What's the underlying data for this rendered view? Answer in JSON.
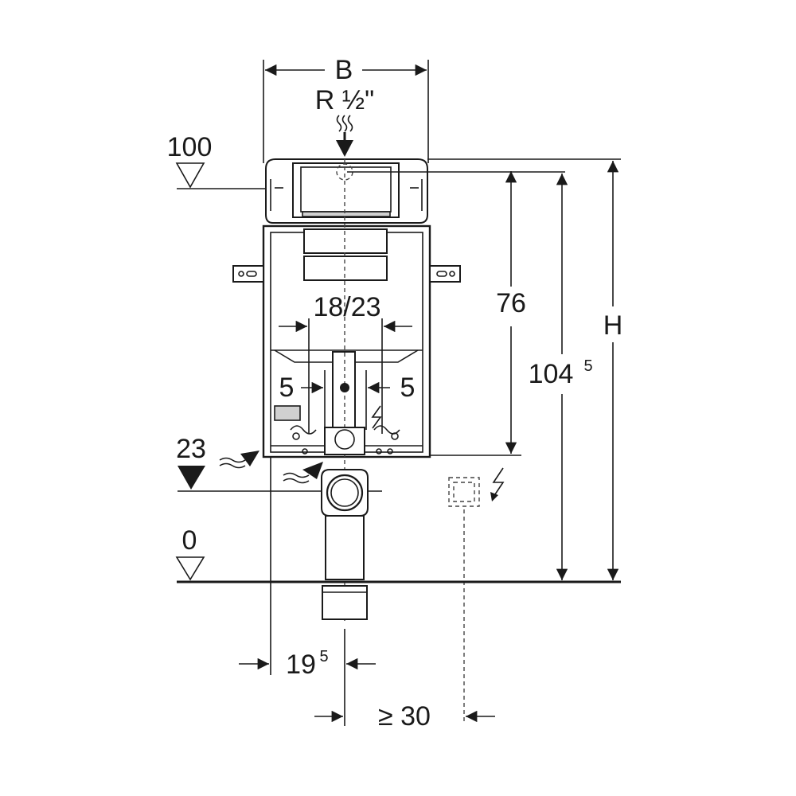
{
  "labels": {
    "width": "B",
    "connection": "R ½\"",
    "level_top": "100",
    "level_mid": "23",
    "level_floor": "0",
    "dim_inner_spacing": "18/23",
    "dim_left_offset": "5",
    "dim_right_offset": "5",
    "dim_height_76": "76",
    "dim_height_1045_main": "104",
    "dim_height_1045_sup": "5",
    "dim_height_total": "H",
    "dim_bottom_195_main": "19",
    "dim_bottom_195_sup": "5",
    "dim_bottom_min": "≥ 30"
  },
  "icons": {
    "water_supply": "water-wave-icon",
    "electric": "lightning-icon",
    "level_marker": "level-triangle-icon"
  },
  "colors": {
    "line": "#1a1a1a",
    "fill_grey": "#d0d0d0",
    "background": "#ffffff"
  }
}
